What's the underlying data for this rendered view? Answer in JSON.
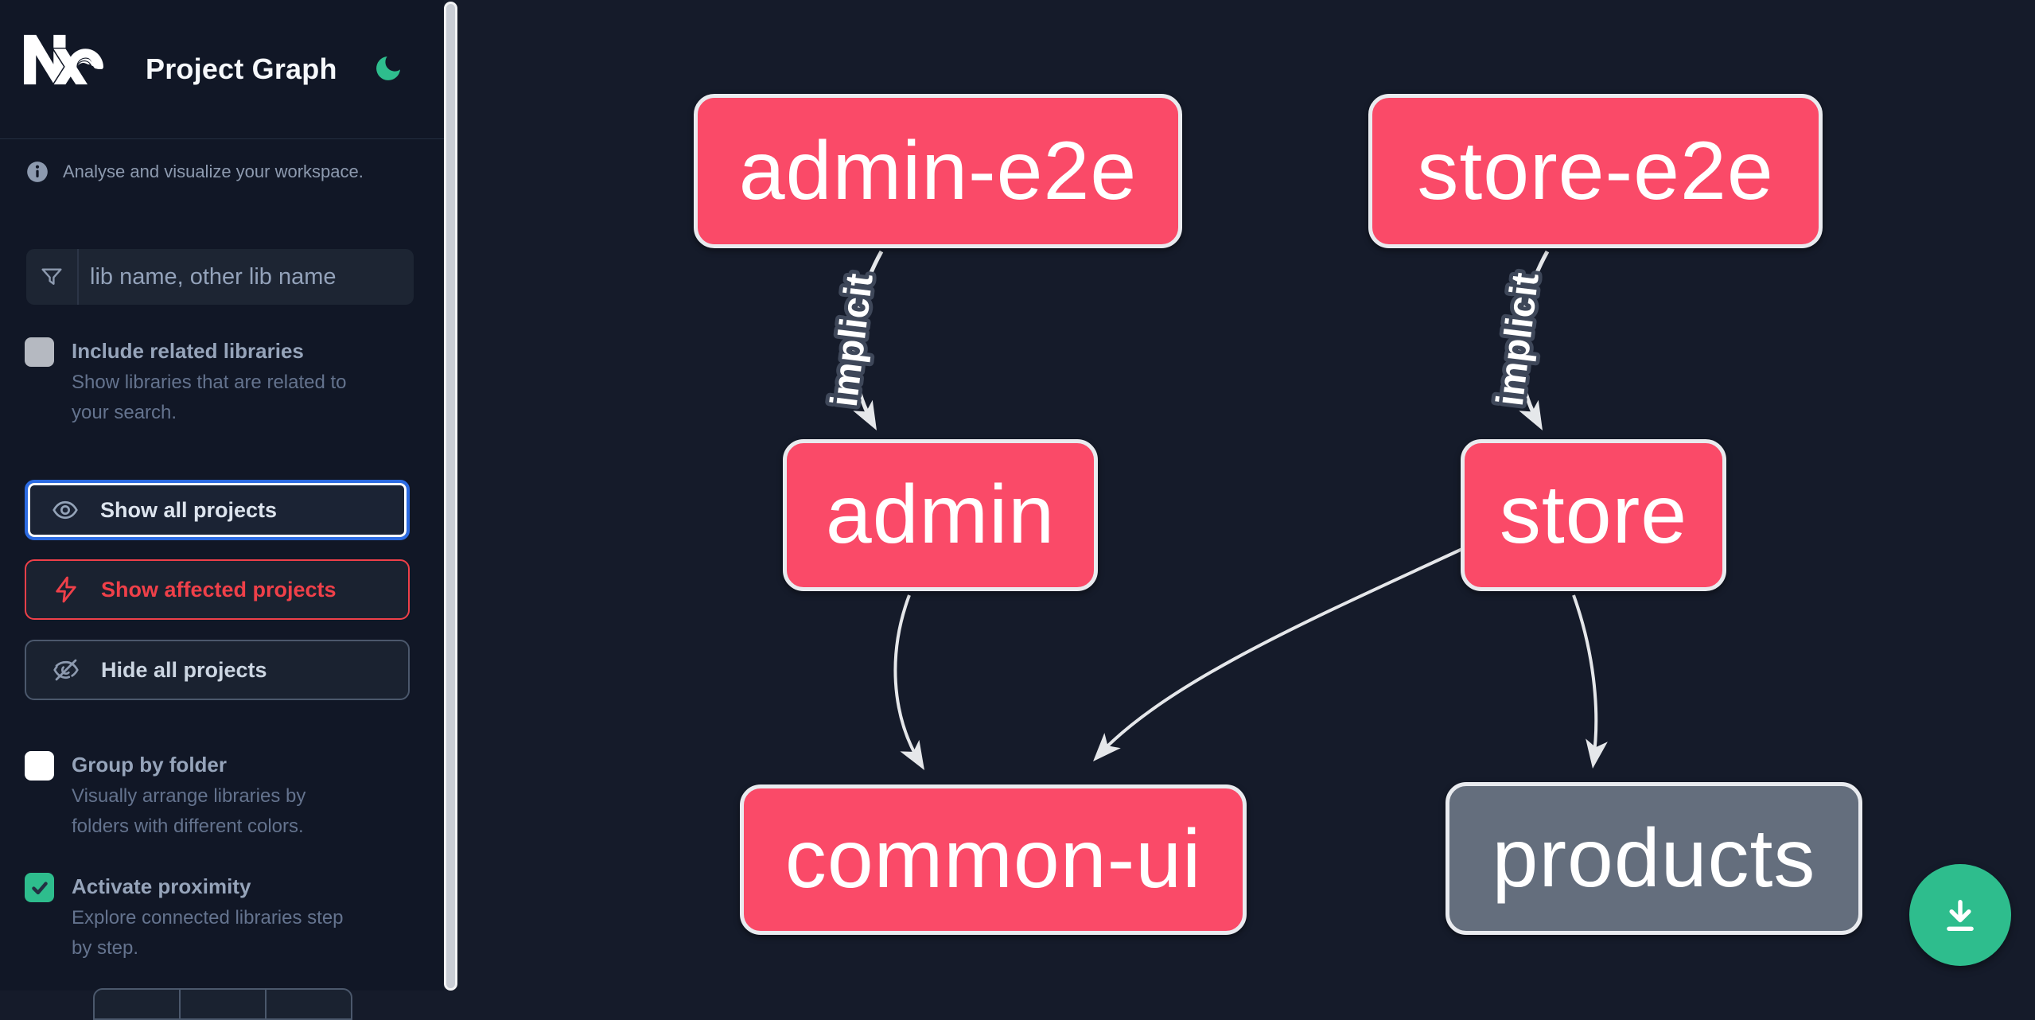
{
  "header": {
    "title": "Project Graph",
    "logo": "nx-logo",
    "theme_toggle_icon": "moon-icon"
  },
  "sidebar": {
    "info_text": "Analyse and visualize your workspace.",
    "filter": {
      "placeholder": "lib name, other lib name",
      "value": "",
      "icon": "funnel-icon"
    },
    "checkboxes": [
      {
        "label": "Include related libraries",
        "description": "Show libraries that are related to\nyour search.",
        "checked": false,
        "enabled": false
      },
      {
        "label": "Group by folder",
        "description": "Visually arrange libraries by\nfolders with different colors.",
        "checked": false,
        "enabled": true
      },
      {
        "label": "Activate proximity",
        "description": "Explore connected libraries step\nby step.",
        "checked": true,
        "enabled": true
      }
    ],
    "buttons": [
      {
        "label": "Show all projects",
        "icon": "eye-icon",
        "state": "focused"
      },
      {
        "label": "Show affected projects",
        "icon": "bolt-icon",
        "state": "affected"
      },
      {
        "label": "Hide all projects",
        "icon": "eye-off-icon",
        "state": "default"
      }
    ]
  },
  "graph": {
    "nodes": [
      {
        "id": "admin-e2e",
        "label": "admin-e2e",
        "type": "app"
      },
      {
        "id": "store-e2e",
        "label": "store-e2e",
        "type": "app"
      },
      {
        "id": "admin",
        "label": "admin",
        "type": "app"
      },
      {
        "id": "store",
        "label": "store",
        "type": "app"
      },
      {
        "id": "common-ui",
        "label": "common-ui",
        "type": "lib"
      },
      {
        "id": "products",
        "label": "products",
        "type": "lib-unfocused"
      }
    ],
    "edges": [
      {
        "from": "admin-e2e",
        "to": "admin",
        "label": "implicit"
      },
      {
        "from": "store-e2e",
        "to": "store",
        "label": "implicit"
      },
      {
        "from": "admin",
        "to": "common-ui",
        "label": ""
      },
      {
        "from": "store",
        "to": "common-ui",
        "label": ""
      },
      {
        "from": "store",
        "to": "products",
        "label": ""
      }
    ]
  },
  "actions": {
    "download_icon": "download-icon"
  },
  "colors": {
    "node_pink": "#fa4a68",
    "node_gray": "#646e7d",
    "accent_green": "#2ebd8d",
    "focus_blue": "#2c6be2",
    "affected_red": "#ef4049",
    "edge_gray": "#e5e7ea",
    "sidebar_bg": "#111726",
    "canvas_bg": "#151b2a"
  }
}
